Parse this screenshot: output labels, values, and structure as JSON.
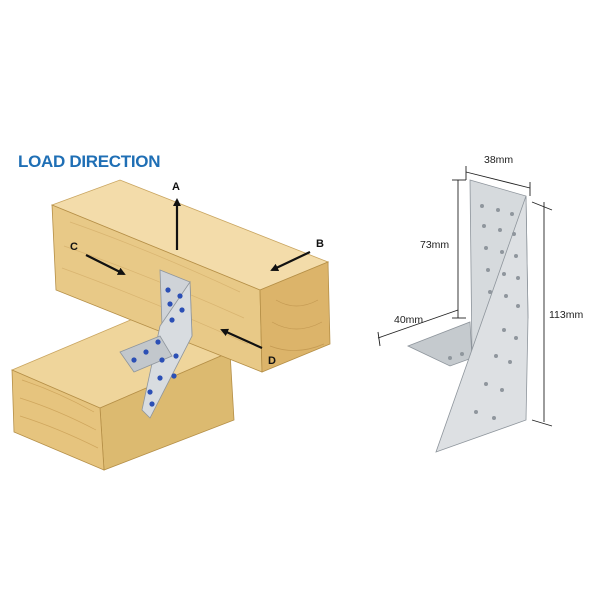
{
  "title": "LOAD DIRECTION",
  "colors": {
    "title": "#1f6fb5",
    "timber_light": "#f0d9a4",
    "timber_mid": "#e0bf78",
    "timber_dark": "#c89e54",
    "steel_light": "#dfe2e6",
    "steel_dark": "#9aa1a8",
    "screw": "#2b4fb5"
  },
  "load_labels": {
    "a": "A",
    "b": "B",
    "c": "C",
    "d": "D"
  },
  "dimensions": {
    "top_width": "38mm",
    "upright_height": "73mm",
    "overall_height": "113mm",
    "base_depth": "40mm"
  }
}
